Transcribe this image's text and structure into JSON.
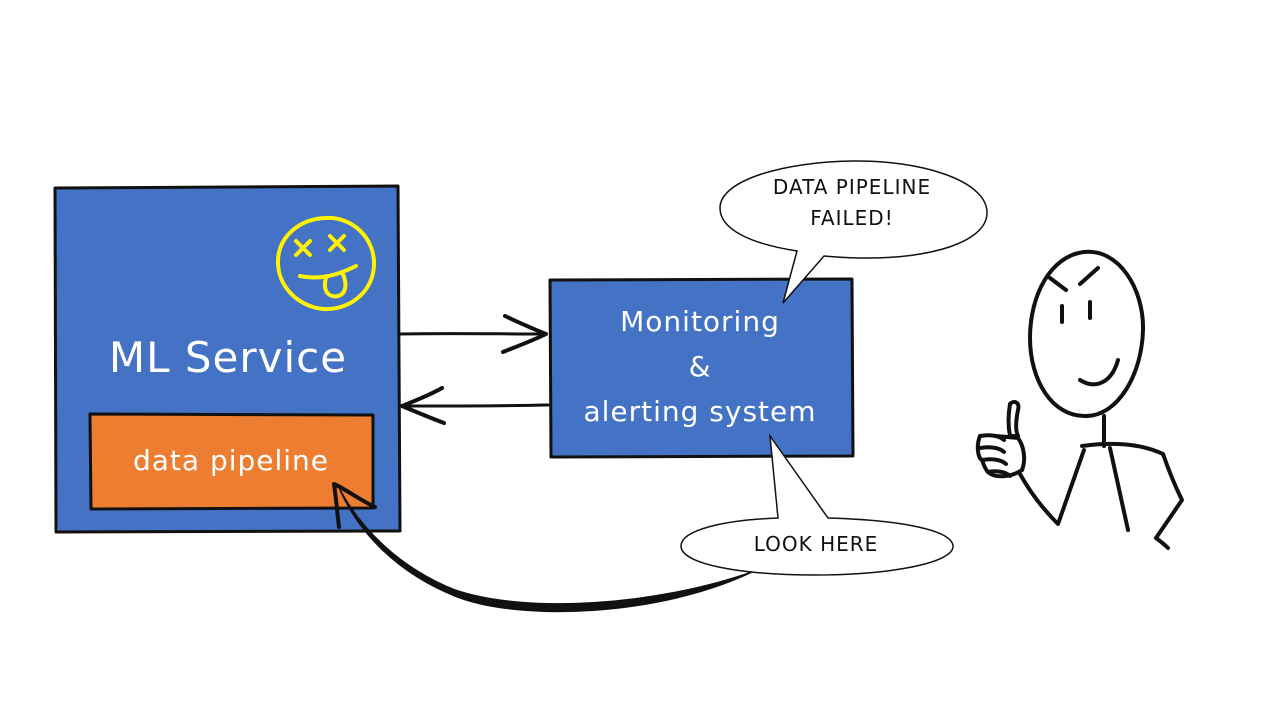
{
  "ml_service": {
    "label": "ML Service",
    "color": "#4472C4",
    "face_icon": "dizzy-face-icon",
    "face_color": "#FFF200"
  },
  "data_pipeline": {
    "label": "data pipeline",
    "color": "#ED7D31"
  },
  "monitoring": {
    "line1": "Monitoring",
    "line2": "&",
    "line3": "alerting system",
    "color": "#4472C4"
  },
  "bubble_top": {
    "line1": "DATA PIPELINE",
    "line2": "FAILED!"
  },
  "bubble_bottom": {
    "text": "LOOK HERE"
  },
  "person_icon": "thumbs-up-stick-figure-icon"
}
